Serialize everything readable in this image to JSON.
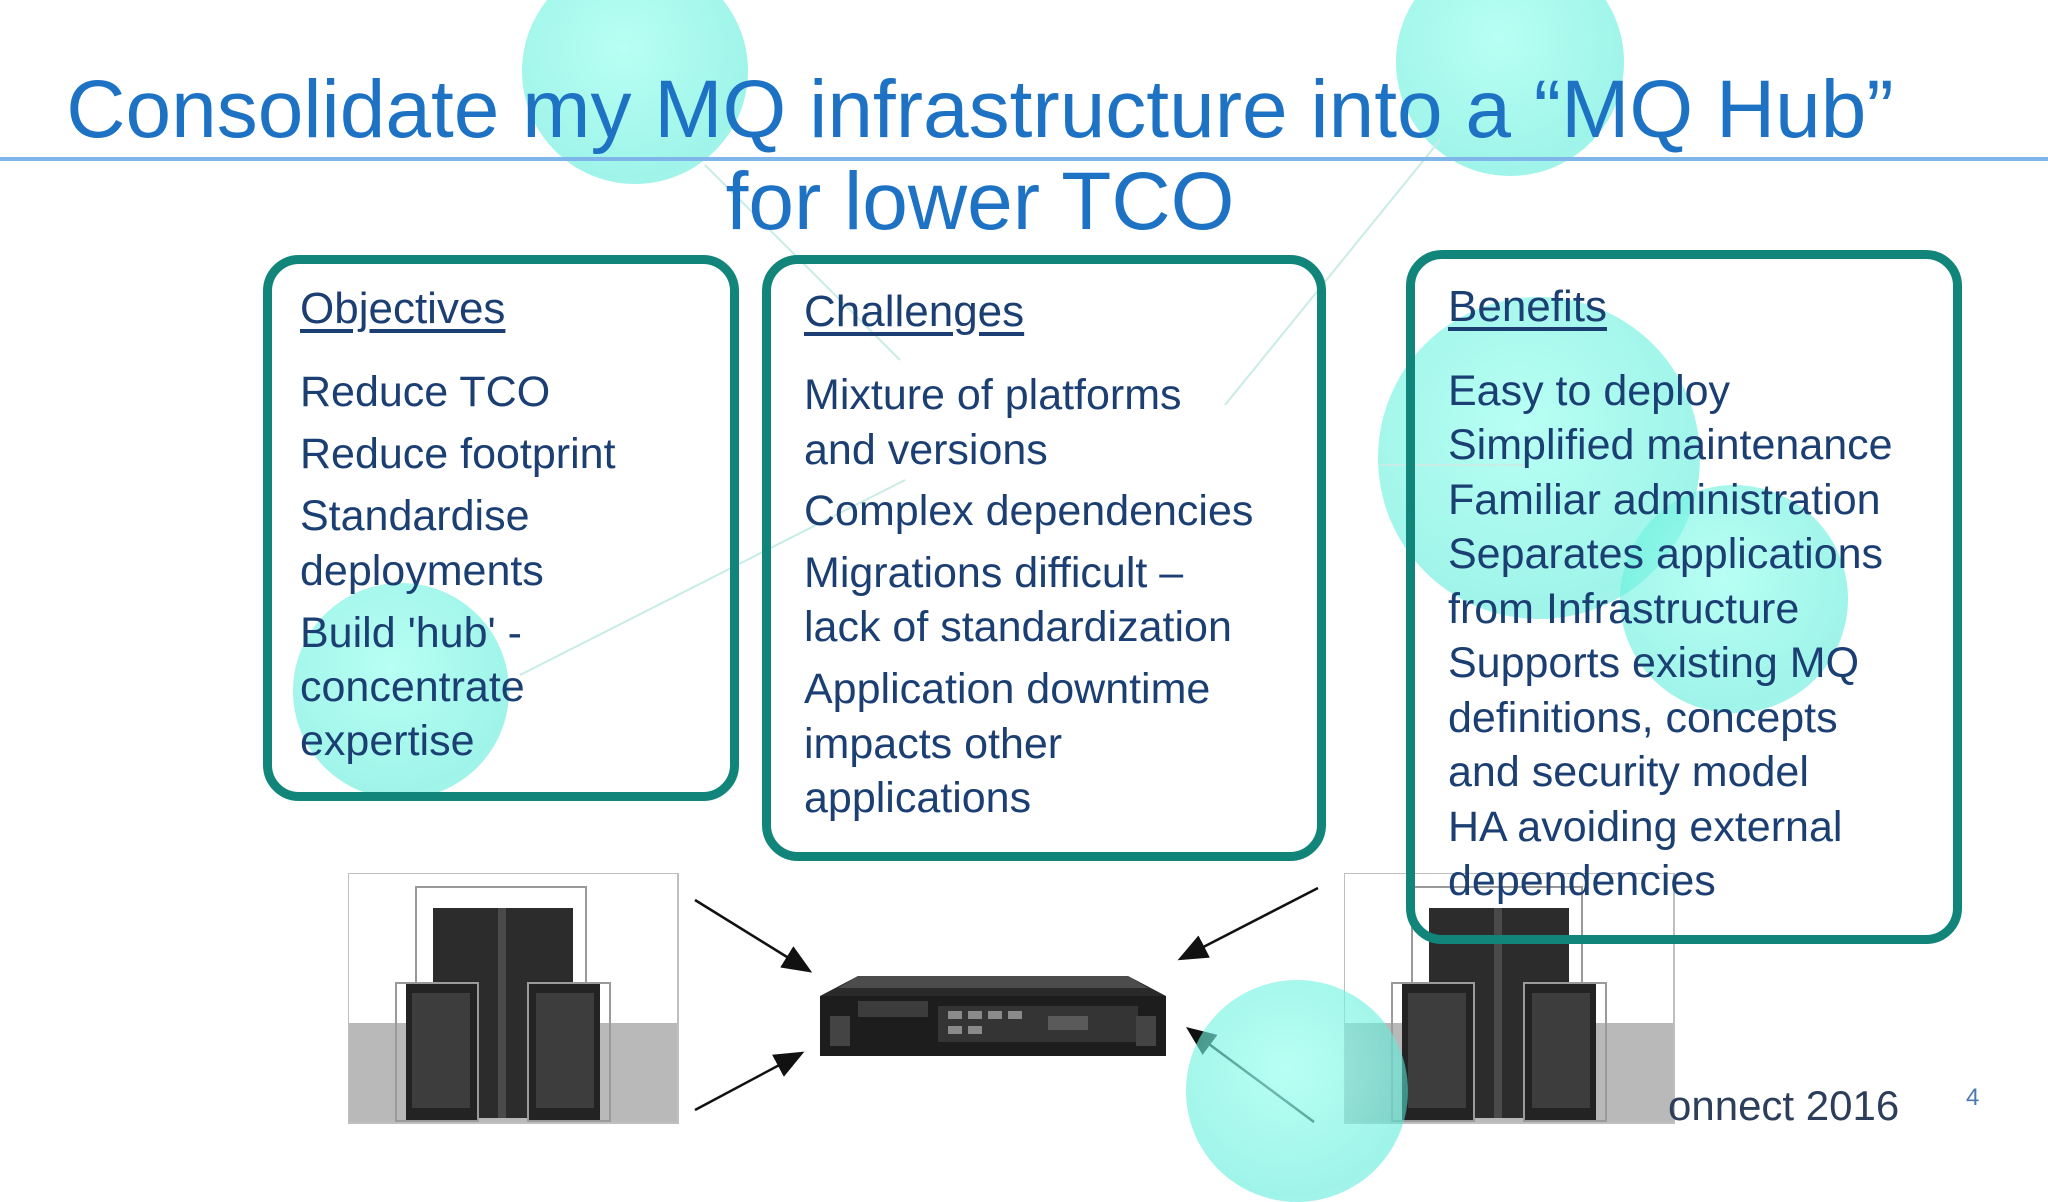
{
  "title": "Consolidate my MQ infrastructure into a “MQ Hub” for lower TCO",
  "objectives": {
    "heading": "Objectives",
    "items": [
      "Reduce TCO",
      "Reduce footprint",
      "Standardise",
      "deployments",
      "Build 'hub' -",
      "concentrate",
      "expertise"
    ]
  },
  "challenges": {
    "heading": "Challenges",
    "items": [
      "Mixture of platforms",
      "and versions",
      "Complex dependencies",
      "Migrations difficult –",
      "lack of standardization",
      "Application downtime",
      "impacts other",
      "applications"
    ]
  },
  "benefits": {
    "heading": "Benefits",
    "items": [
      "Easy to deploy",
      "Simplified maintenance",
      "Familiar administration",
      "Separates applications",
      "from Infrastructure",
      "Supports existing MQ",
      "definitions, concepts",
      "and security model",
      "HA avoiding external",
      "dependencies"
    ]
  },
  "footer": "onnect 2016",
  "page_number": "4",
  "icons": {
    "left_servers": "mainframe-servers-icon",
    "hub_appliance": "rack-appliance-icon",
    "right_servers": "mainframe-servers-icon"
  },
  "colors": {
    "title": "#1e72c4",
    "box_border": "#12857a",
    "body_text": "#1b3f73",
    "bubble": "#7ff0dc"
  }
}
